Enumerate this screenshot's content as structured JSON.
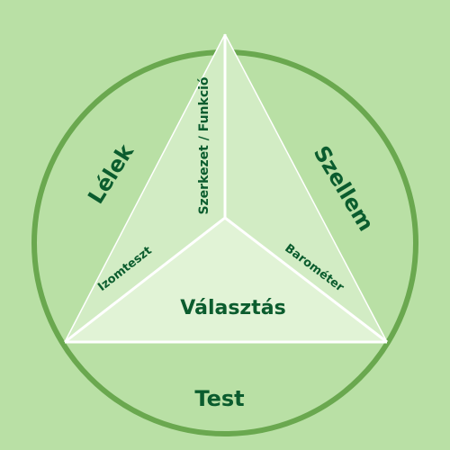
{
  "colors": {
    "background": "#b9e0a5",
    "circle_stroke": "#6aa84f",
    "triangle_fill": "#d2ecc4",
    "lower_region_fill": "#e1f3d6",
    "lines": "#ffffff",
    "text": "#0b5c2e"
  },
  "regions": {
    "left": "Lélek",
    "right": "Szellem",
    "bottom": "Test",
    "center": "Választás"
  },
  "edges": {
    "vertical": "Szerkezet / Funkció",
    "left": "Izomteszt",
    "right": "Barométer"
  }
}
